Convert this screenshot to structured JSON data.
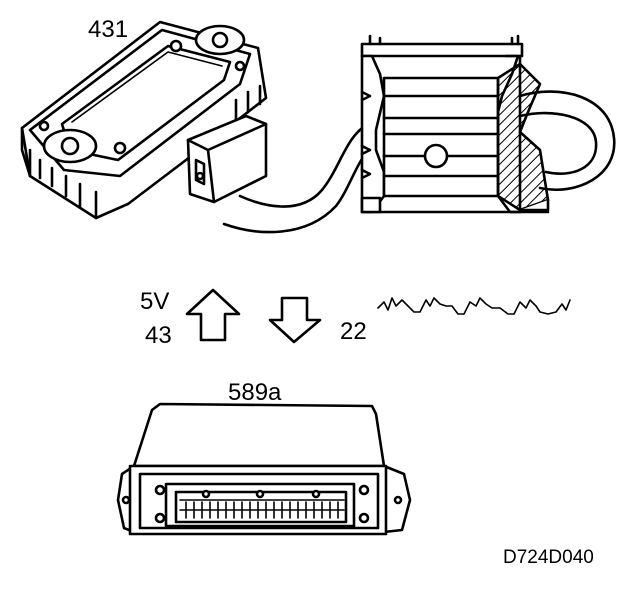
{
  "diagram": {
    "sensor_label": "431",
    "voltage_label": "5V",
    "supply_pin_label": "43",
    "signal_pin_label": "22",
    "ecu_label": "589a",
    "figure_code": "D724D040"
  }
}
